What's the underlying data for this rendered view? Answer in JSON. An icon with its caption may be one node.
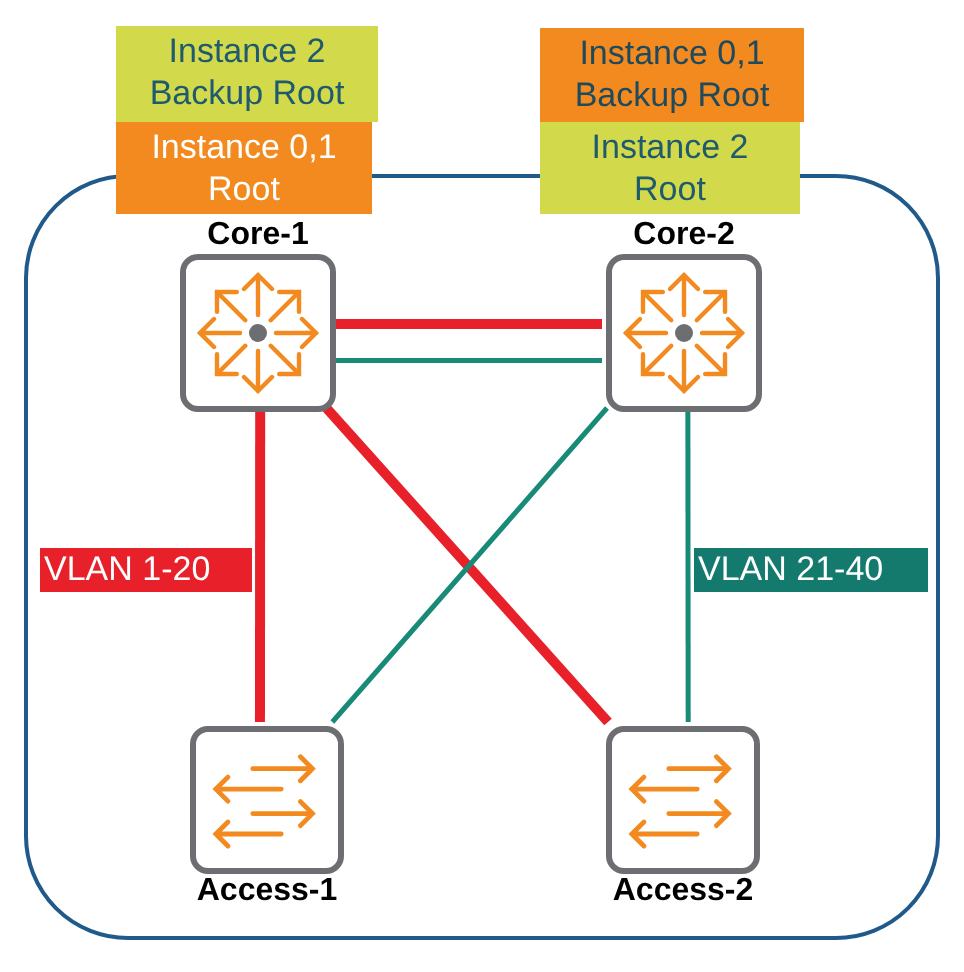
{
  "diagram": {
    "nodes": [
      {
        "text": [],
        "shape": "box"
      },
      {
        "text": [
          "Instance 2 Backup Root"
        ]
      },
      {
        "text": [
          "Instance 0,1 Root"
        ]
      },
      {
        "text": [
          "Instance 0,1 Backup Root"
        ]
      },
      {
        "text": [
          "Instance 2 Root"
        ]
      },
      {
        "text": [
          "Core-1"
        ],
        "in": 0
      },
      {
        "text": [
          "Core-2"
        ],
        "in": 0
      },
      {
        "text": [
          "Access-1"
        ],
        "in": 0
      },
      {
        "text": [
          "Access-2"
        ],
        "in": 0
      }
    ],
    "edges": [
      {
        "from": 5,
        "to": 6,
        "arrow": "none",
        "style": "thick",
        "color": "#e8202a"
      },
      {
        "from": 5,
        "to": 6,
        "arrow": "none",
        "color": "#178a78"
      },
      {
        "from": 5,
        "to": 7,
        "arrow": "none",
        "style": "thick",
        "color": "#e8202a"
      },
      {
        "from": 5,
        "to": 8,
        "arrow": "none",
        "style": "thick",
        "color": "#e8202a"
      },
      {
        "from": 6,
        "to": 7,
        "arrow": "none",
        "color": "#178a78"
      },
      {
        "from": 6,
        "to": 8,
        "arrow": "none",
        "color": "#178a78"
      }
    ],
    "labels": [
      "VLAN 1-20",
      "VLAN 21-40"
    ]
  }
}
